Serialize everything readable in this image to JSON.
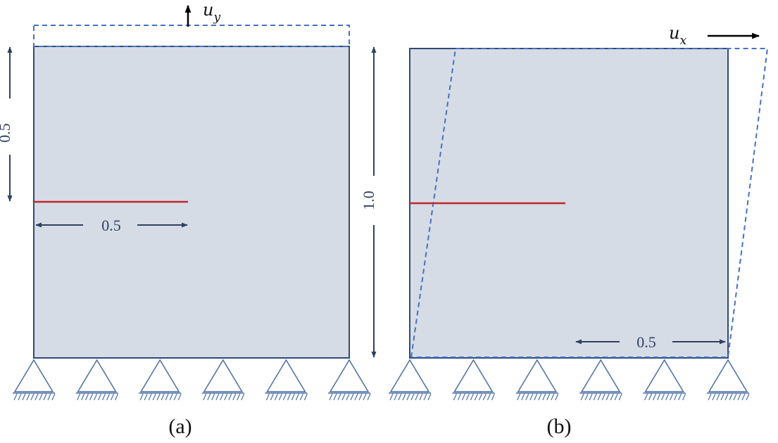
{
  "colors": {
    "plate_fill": "#d6dce5",
    "plate_stroke": "#2f4a78",
    "crack": "#c0272d",
    "deformed_outline": "#4472c4",
    "support": "#4a6fa5",
    "dimension": "#2e4163",
    "load_arrow": "#000000"
  },
  "panel_a": {
    "caption": "(a)",
    "load_symbol": "u",
    "load_subscript": "y",
    "crack_height_label": "0.5",
    "crack_length_label": "0.5",
    "plate_height_label": "1.0"
  },
  "panel_b": {
    "caption": "(b)",
    "load_symbol": "u",
    "load_subscript": "x",
    "offset_label": "0.5"
  },
  "supports": {
    "panel_a_count": 6,
    "panel_b_count": 6
  },
  "icons": {
    "support": "pin-support-icon",
    "load_arrow": "arrow-icon",
    "dimension_arrow": "double-arrow-icon"
  }
}
